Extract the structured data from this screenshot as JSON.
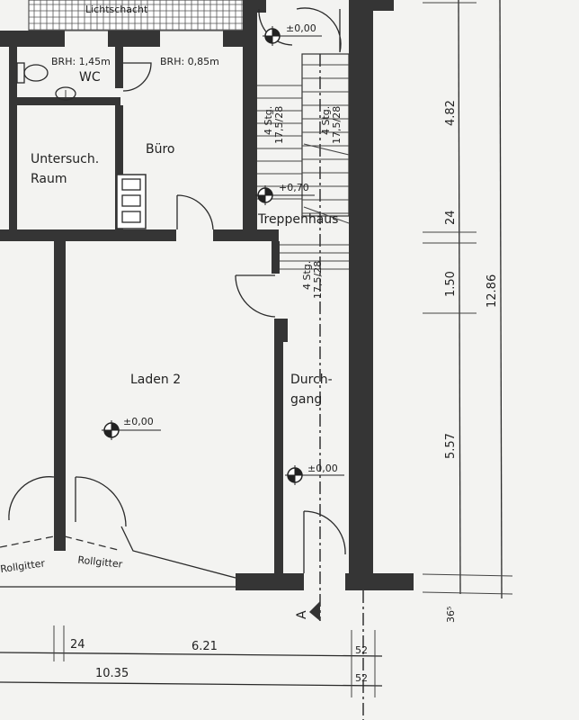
{
  "rooms": {
    "lichtschacht": "Lichtschacht",
    "wc": "WC",
    "wc_brh": "BRH: 1,45m",
    "buero": "Büro",
    "buero_brh": "BRH: 0,85m",
    "untersuch_1": "Untersuch.",
    "untersuch_2": "Raum",
    "treppenhaus": "Treppenhaus",
    "laden": "Laden 2",
    "durchgang_1": "Durch-",
    "durchgang_2": "gang"
  },
  "levels": {
    "top": "±0,00",
    "landing": "+0,70",
    "laden": "±0,00",
    "durchgang": "±0,00"
  },
  "stairs": {
    "left_1": "4 Stg.",
    "left_2": "17,5/28",
    "right_1": "4 Stg.",
    "right_2": "17,5/28",
    "lower_1": "4 Stg.",
    "lower_2": "17,5/28"
  },
  "rollgitter": [
    "Rollgitter",
    "Rollgitter"
  ],
  "section_marker": "A",
  "dimensions": {
    "horizontal": {
      "d24": "24",
      "d621": "6.21",
      "d1035": "10.35",
      "d52a": "52",
      "d52b": "52"
    },
    "vertical": {
      "d482": "4.82",
      "d24": "24",
      "d150": "1.50",
      "d557": "5.57",
      "d1286": "12.86",
      "d365": "36⁵"
    }
  },
  "colors": {
    "wall": "#353535",
    "paper": "#f3f3f1",
    "ink": "#222222"
  }
}
